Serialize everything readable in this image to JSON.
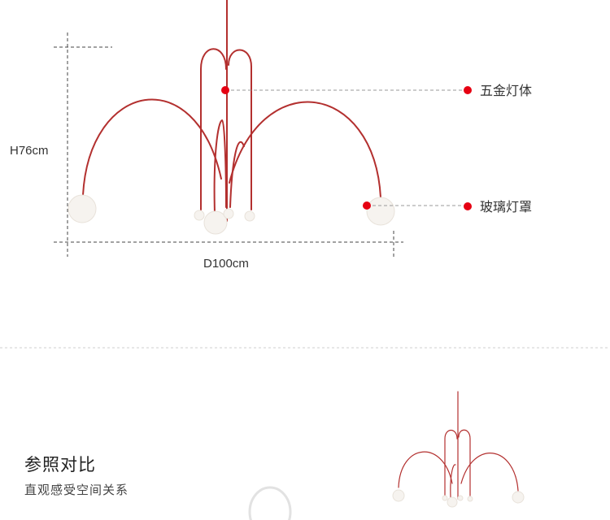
{
  "dimensions": {
    "height_label": "H76cm",
    "diameter_label": "D100cm"
  },
  "callouts": [
    {
      "label": "五金灯体"
    },
    {
      "label": "玻璃灯罩"
    }
  ],
  "reference": {
    "title": "参照对比",
    "subtitle": "直观感受空间关系"
  },
  "colors": {
    "frame": "#b3302f",
    "callout_dot": "#e60012",
    "dashed_line": "#444444",
    "divider": "#cfcfcf",
    "globe": "#f6f3ef"
  }
}
